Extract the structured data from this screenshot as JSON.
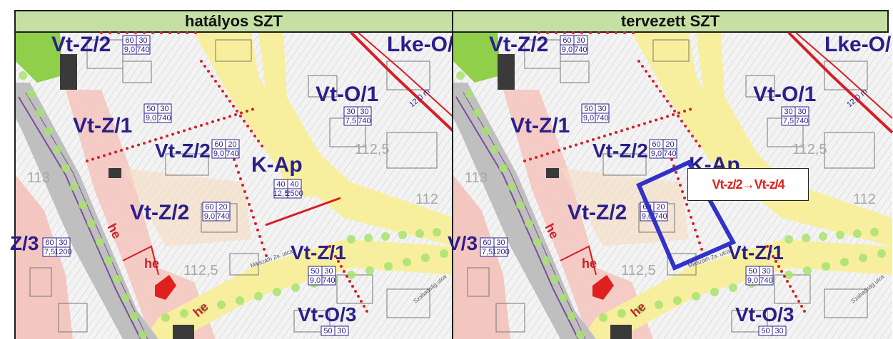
{
  "header": {
    "left_title": "hatályos SZT",
    "right_title": "tervezett SZT"
  },
  "map": {
    "zones": {
      "top_left": "Vt-Z/2",
      "top_right": "Lke-O/",
      "vto1": "Vt-O/1",
      "vtz1_left": "Vt-Z/1",
      "vtz2_mid": "Vt-Z/2",
      "kap": "K-Ap",
      "vtz2_low": "Vt-Z/2",
      "z3": "Z/3",
      "v3": "V/3",
      "vtz1_low": "Vt-Z/1",
      "vto3": "Vt-O/3"
    },
    "boxes": {
      "top": [
        "60",
        "30",
        "9,0",
        "740"
      ],
      "vto1": [
        "30",
        "30",
        "7,5",
        "740"
      ],
      "vtz1": [
        "50",
        "30",
        "9,0",
        "740"
      ],
      "vtz2_mid": [
        "60",
        "20",
        "9,0",
        "740"
      ],
      "kap": [
        "40",
        "40",
        "12,5",
        "2500"
      ],
      "vtz2_low": [
        "60",
        "20",
        "9,0",
        "740"
      ],
      "z3": [
        "60",
        "30",
        "7,5",
        "1200"
      ],
      "vtz1_low": [
        "50",
        "30",
        "9,0",
        "740"
      ],
      "vto3": [
        "50",
        "30"
      ]
    },
    "elevations": [
      "112,5",
      "112",
      "113",
      "112,5"
    ],
    "distance_label": "12,0 m",
    "he_label": "he",
    "street_labels": [
      "Mikszáth Zs. utca",
      "Szabadság utca"
    ]
  },
  "change_callout": "Vt-z/2→Vt-z/4",
  "colors": {
    "header_bg": "#c6e0a4",
    "zone_text": "#2a1f8a",
    "road_yellow": "#f8ef9e",
    "zone_pink": "#f4c6c0",
    "boundary_red": "#d61f26",
    "green_dots": "#a7e36f",
    "highlight_blue": "#3232c8",
    "callout_text": "#e0201e"
  }
}
